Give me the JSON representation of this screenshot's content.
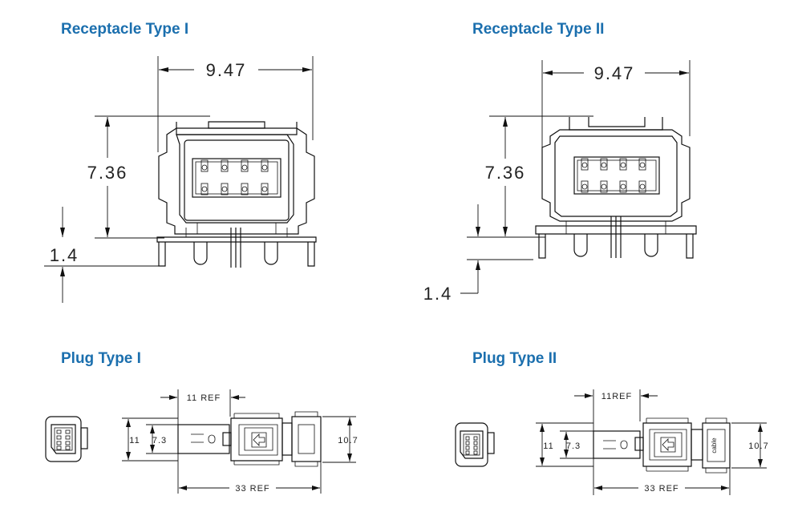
{
  "sections": {
    "receptacle_1": {
      "title": "Receptacle Type I",
      "width": "9.47",
      "height": "7.36",
      "offset": "1.4"
    },
    "receptacle_2": {
      "title": "Receptacle Type II",
      "width": "9.47",
      "height": "7.36",
      "offset": "1.4"
    },
    "plug_1": {
      "title": "Plug Type I",
      "ref_small": "11 REF",
      "ref_long": "33 REF",
      "height_left_a": "11",
      "height_left_b": "7.3",
      "height_right": "10.7"
    },
    "plug_2": {
      "title": "Plug Type II",
      "ref_small": "11REF",
      "ref_long": "33 REF",
      "height_left_a": "11",
      "height_left_b": "7.3",
      "height_right": "10.7",
      "label": "cable"
    }
  },
  "colors": {
    "title": "#1b6fae",
    "line": "#111111"
  }
}
